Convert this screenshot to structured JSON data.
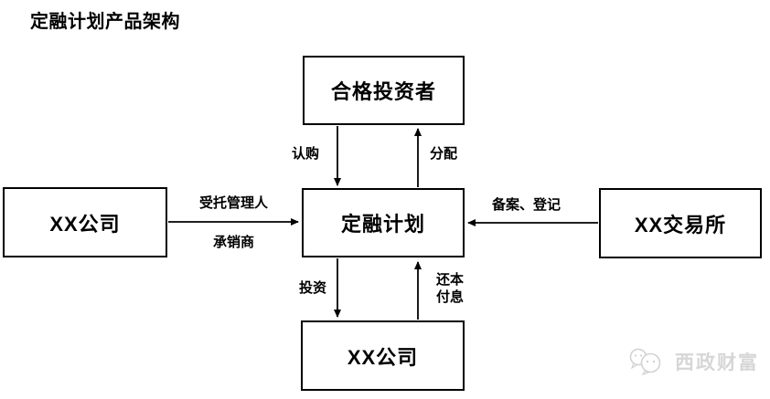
{
  "page": {
    "title": "定融计划产品架构"
  },
  "nodes": {
    "investors": {
      "label": "合格投资者"
    },
    "plan": {
      "label": "定融计划"
    },
    "company_left": {
      "label": "XX公司"
    },
    "exchange": {
      "label": "XX交易所"
    },
    "company_bottom": {
      "label": "XX公司"
    }
  },
  "edges": {
    "subscribe": {
      "label": "认购",
      "from": "合格投资者",
      "to": "定融计划",
      "direction": "down"
    },
    "distribute": {
      "label": "分配",
      "from": "定融计划",
      "to": "合格投资者",
      "direction": "up"
    },
    "trustee": {
      "label": "受托管理人",
      "from": "XX公司",
      "to": "定融计划",
      "direction": "right"
    },
    "underwriter": {
      "label": "承销商",
      "from": "XX公司",
      "to": "定融计划",
      "direction": "right"
    },
    "filing": {
      "label": "备案、登记",
      "from": "XX交易所",
      "to": "定融计划",
      "direction": "left"
    },
    "invest": {
      "label": "投资",
      "from": "定融计划",
      "to": "XX公司",
      "direction": "down"
    },
    "repay": {
      "label_line1": "还本",
      "label_line2": "付息",
      "from": "XX公司",
      "to": "定融计划",
      "direction": "up"
    }
  },
  "watermark": {
    "text": "西政财富",
    "icon": "wechat-icon"
  },
  "colors": {
    "line": "#000000",
    "border": "#000000",
    "text": "#000000",
    "watermark": "#d6d6d6",
    "background": "#ffffff"
  }
}
